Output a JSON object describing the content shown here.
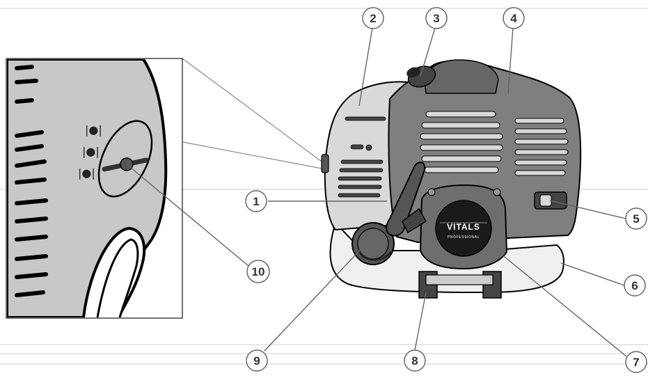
{
  "brand": {
    "logo_text": "VITALS",
    "subtitle": "PROFESSIONAL"
  },
  "inset": {
    "switch_symbols": [
      "|●|",
      "|●|",
      "|●|"
    ]
  },
  "callouts": [
    "1",
    "2",
    "3",
    "4",
    "5",
    "6",
    "7",
    "8",
    "9",
    "10"
  ],
  "colors": {
    "body": "#7f7f7f",
    "light_housing": "#d9d9d9",
    "dark_part": "#555555",
    "outline": "#000000",
    "callout_border": "#666666"
  }
}
